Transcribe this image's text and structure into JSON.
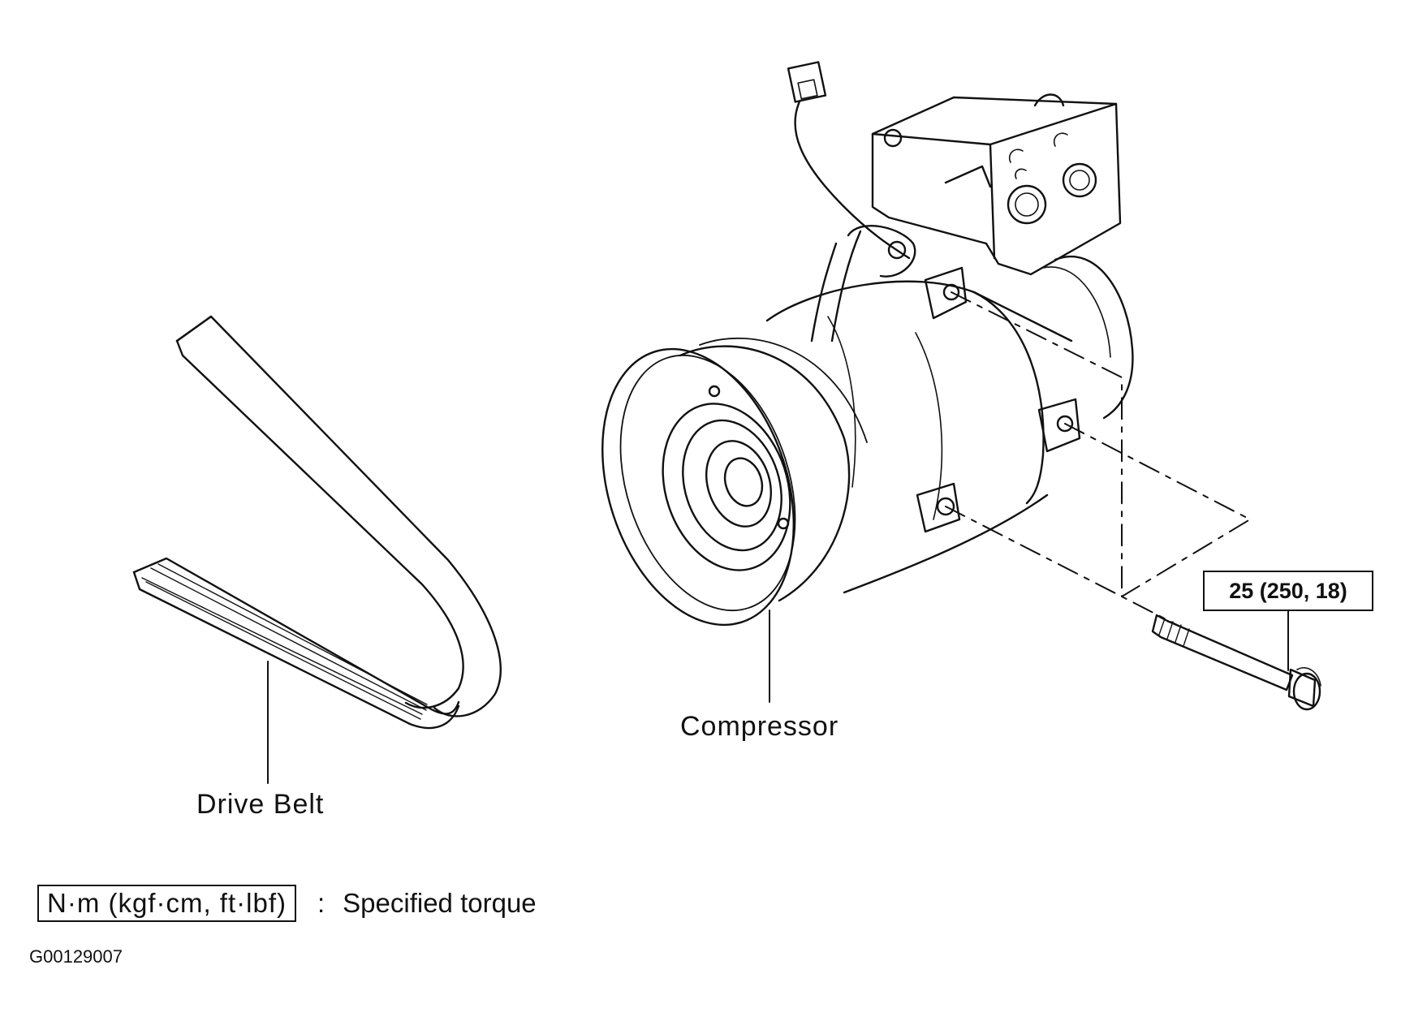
{
  "labels": {
    "drive_belt": "Drive Belt",
    "compressor": "Compressor",
    "bolt_torque": "25 (250, 18)"
  },
  "legend": {
    "units": "N·m (kgf·cm, ft·lbf)",
    "separator": ":",
    "description": "Specified torque"
  },
  "figure_id": "G00129007",
  "colors": {
    "line": "#111111",
    "background": "#ffffff"
  }
}
